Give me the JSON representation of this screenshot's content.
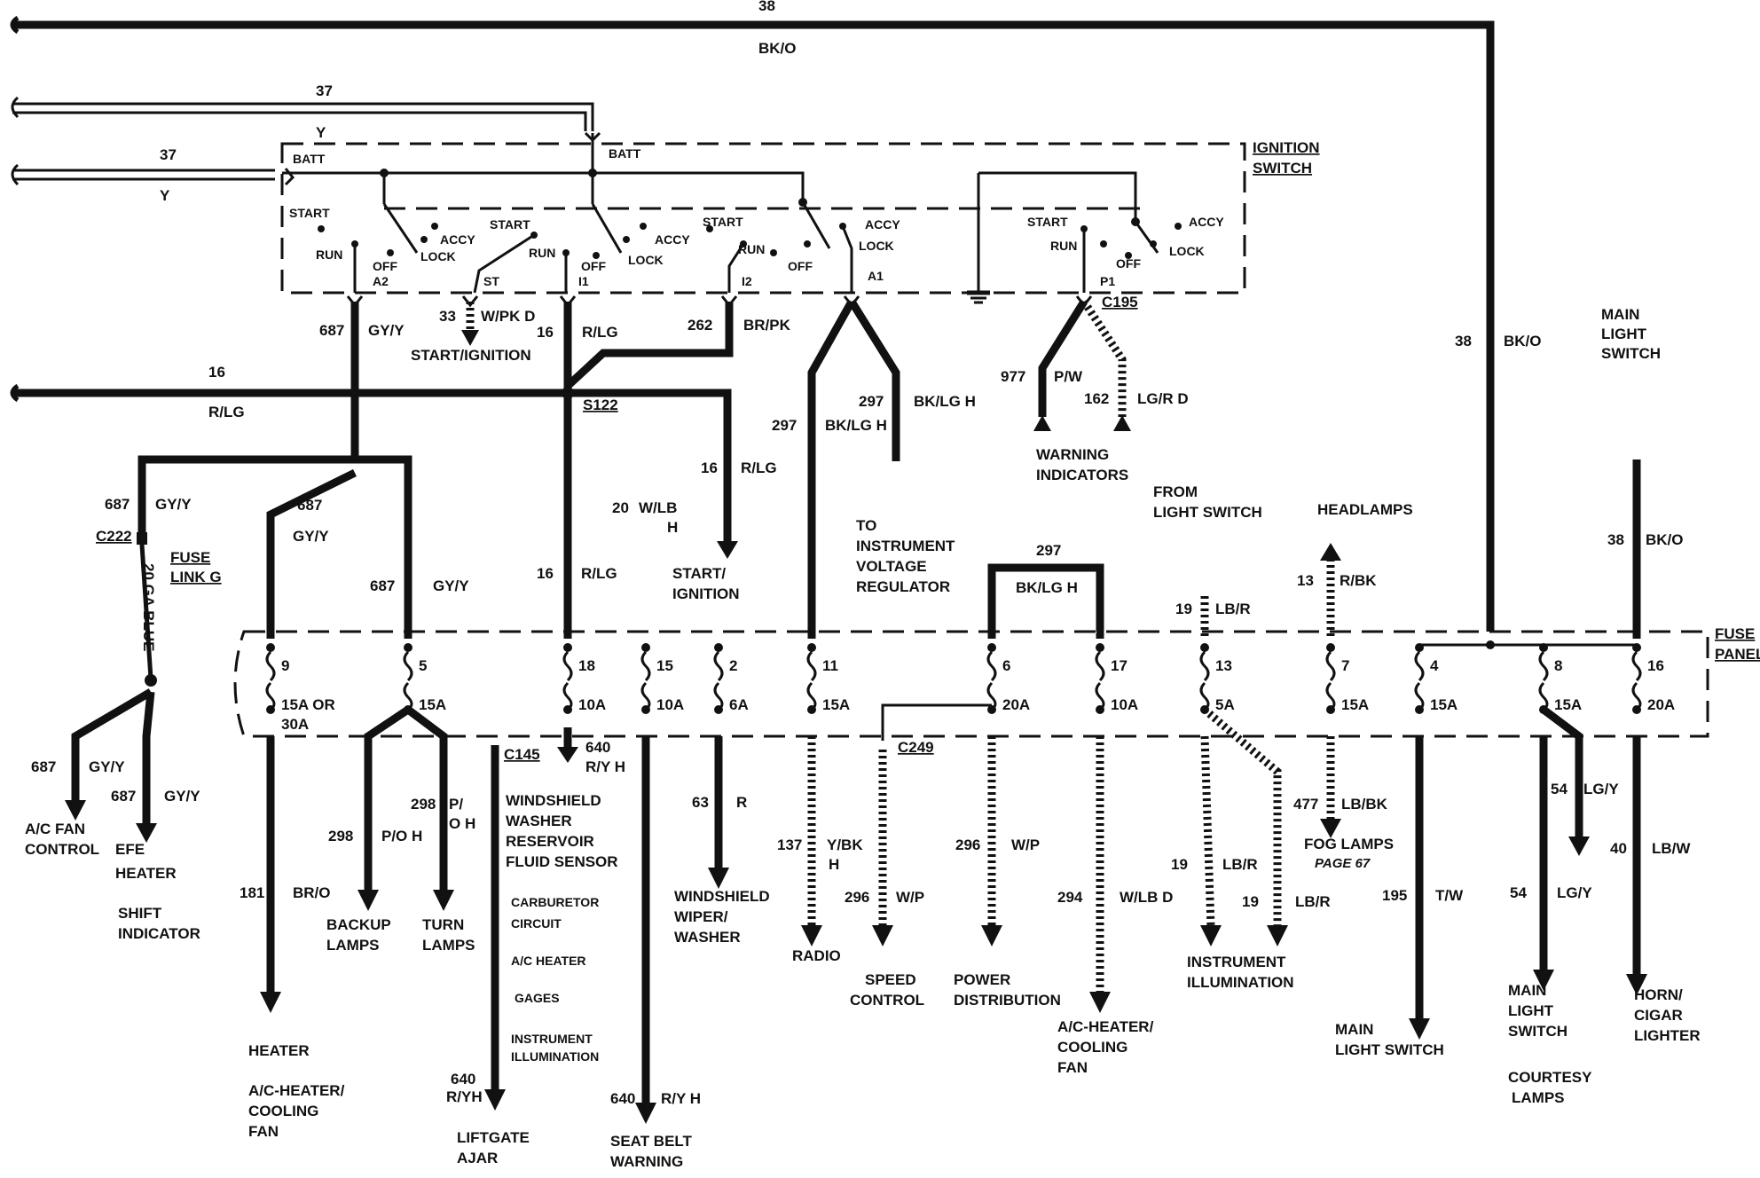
{
  "components": {
    "ignition_switch": "IGNITION SWITCH",
    "ignition_switch_l1": "IGNITION",
    "ignition_switch_l2": "SWITCH",
    "fuse_panel_l1": "FUSE",
    "fuse_panel_l2": "PANEL",
    "main_light_switch_top_l1": "MAIN",
    "main_light_switch_top_l2": "LIGHT",
    "main_light_switch_top_l3": "SWITCH",
    "fuse_link_l1": "FUSE",
    "fuse_link_l2": "LINK G",
    "fuse_link_gauge": "20 GA BLUE"
  },
  "switch_terms": {
    "batt": "BATT",
    "start": "START",
    "run": "RUN",
    "off": "OFF",
    "lock": "LOCK",
    "accy": "ACCY",
    "a2": "A2",
    "st": "ST",
    "i1": "I1",
    "i2": "I2",
    "a1": "A1",
    "p1": "P1"
  },
  "connectors": {
    "c195": "C195",
    "c222": "C222",
    "c145": "C145",
    "c249": "C249",
    "s122": "S122"
  },
  "wires": {
    "w38_top": "38",
    "w38_top_color": "BK/O",
    "w37_a": "37",
    "w37_a_color": "Y",
    "w37_b": "37",
    "w37_b_color": "Y",
    "w16_left": "16",
    "w16_left_color": "R/LG",
    "w687_a": "687",
    "w687_a_color": "GY/Y",
    "w33": "33",
    "w33_color": "W/PK D",
    "w16_i1": "16",
    "w16_i1_color": "R/LG",
    "w262": "262",
    "w262_color": "BR/PK",
    "w297_a": "297",
    "w297_a_color": "BK/LG H",
    "w297_b": "297",
    "w297_b_color": "BK/LG H",
    "w977": "977",
    "w977_color": "P/W",
    "w162": "162",
    "w162_color": "LG/R D",
    "w38_right": "38",
    "w38_right_color": "BK/O",
    "w687_b": "687",
    "w687_b_color": "GY/Y",
    "w687_c": "687",
    "w687_c_color": "GY/Y",
    "w687_d": "687",
    "w687_d_color": "GY/Y",
    "w16_down": "16",
    "w16_down_color": "R/LG",
    "w20": "20",
    "w20_color": "W/LB",
    "w20_h": "H",
    "w16_fuse": "16",
    "w16_fuse_color": "R/LG",
    "w297_loop": "297",
    "w297_loop_color": "BK/LG H",
    "w19_in": "19",
    "w19_in_color": "LB/R",
    "w13": "13",
    "w13_color": "R/BK",
    "w38_in": "38",
    "w38_in_color": "BK/O",
    "w687_e": "687",
    "w687_e_color": "GY/Y",
    "w687_f": "687",
    "w687_f_color": "GY/Y",
    "w181": "181",
    "w181_color": "BR/O",
    "w298_a": "298",
    "w298_a_color": "P/O H",
    "w298_b": "298",
    "w298_b_color_l1": "P/",
    "w298_b_color_l2": "O H",
    "w640_a": "640",
    "w640_a_color": "R/Y H",
    "w640_b": "640",
    "w640_b_color": "R/YH",
    "w640_c": "640",
    "w640_c_color": "R/Y H",
    "w63": "63",
    "w63_color": "R",
    "w137": "137",
    "w137_color": "Y/BK",
    "w137_h": "H",
    "w296_a": "296",
    "w296_a_color": "W/P",
    "w296_b": "296",
    "w296_b_color": "W/P",
    "w294": "294",
    "w294_color": "W/LB D",
    "w19_a": "19",
    "w19_a_color": "LB/R",
    "w19_b": "19",
    "w19_b_color": "LB/R",
    "w477": "477",
    "w477_color": "LB/BK",
    "w195": "195",
    "w195_color": "T/W",
    "w54_a": "54",
    "w54_a_color": "LG/Y",
    "w54_b": "54",
    "w54_b_color": "LG/Y",
    "w40": "40",
    "w40_color": "LB/W"
  },
  "fuses": {
    "f9": "9",
    "f9_amp_l1": "15A OR",
    "f9_amp_l2": "30A",
    "f5": "5",
    "f5_amp": "15A",
    "f18": "18",
    "f18_amp": "10A",
    "f15": "15",
    "f15_amp": "10A",
    "f2": "2",
    "f2_amp": "6A",
    "f11": "11",
    "f11_amp": "15A",
    "f6": "6",
    "f6_amp": "20A",
    "f17": "17",
    "f17_amp": "10A",
    "f13": "13",
    "f13_amp": "5A",
    "f7": "7",
    "f7_amp": "15A",
    "f4": "4",
    "f4_amp": "15A",
    "f8": "8",
    "f8_amp": "15A",
    "f16": "16",
    "f16_amp": "20A"
  },
  "destinations": {
    "start_ignition_1": "START/IGNITION",
    "start_ignition_2_l1": "START/",
    "start_ignition_2_l2": "IGNITION",
    "warning_l1": "WARNING",
    "warning_l2": "INDICATORS",
    "to_ivr_l1": "TO",
    "to_ivr_l2": "INSTRUMENT",
    "to_ivr_l3": "VOLTAGE",
    "to_ivr_l4": "REGULATOR",
    "from_ls_l1": "FROM",
    "from_ls_l2": "LIGHT SWITCH",
    "headlamps": "HEADLAMPS",
    "ac_fan_l1": "A/C FAN",
    "ac_fan_l2": "CONTROL",
    "efe_l1": "EFE",
    "efe_l2": "HEATER",
    "shift_l1": "SHIFT",
    "shift_l2": "INDICATOR",
    "heater": "HEATER",
    "ac_heater_l1": "A/C-HEATER/",
    "ac_heater_l2": "COOLING",
    "ac_heater_l3": "FAN",
    "backup_l1": "BACKUP",
    "backup_l2": "LAMPS",
    "turn_l1": "TURN",
    "turn_l2": "LAMPS",
    "washer_l1": "WINDSHIELD",
    "washer_l2": "WASHER",
    "washer_l3": "RESERVOIR",
    "washer_l4": "FLUID SENSOR",
    "carb_l1": "CARBURETOR",
    "carb_l2": "CIRCUIT",
    "ac_heater_small": "A/C HEATER",
    "gages": "GAGES",
    "instr_small_l1": "INSTRUMENT",
    "instr_small_l2": "ILLUMINATION",
    "liftgate_l1": "LIFTGATE",
    "liftgate_l2": "AJAR",
    "seatbelt_l1": "SEAT BELT",
    "seatbelt_l2": "WARNING",
    "wiper_l1": "WINDSHIELD",
    "wiper_l2": "WIPER/",
    "wiper_l3": "WASHER",
    "radio": "RADIO",
    "speed_l1": "SPEED",
    "speed_l2": "CONTROL",
    "power_l1": "POWER",
    "power_l2": "DISTRIBUTION",
    "ac_cool_l1": "A/C-HEATER/",
    "ac_cool_l2": "COOLING",
    "ac_cool_l3": "FAN",
    "instr_illum_l1": "INSTRUMENT",
    "instr_illum_l2": "ILLUMINATION",
    "fog_l1": "FOG LAMPS",
    "fog_page": "PAGE 67",
    "mls_bottom_l1": "MAIN",
    "mls_bottom_l2": "LIGHT SWITCH",
    "mls2_l1": "MAIN",
    "mls2_l2": "LIGHT",
    "mls2_l3": "SWITCH",
    "courtesy_l1": "COURTESY",
    "courtesy_l2": "LAMPS",
    "horn_l1": "HORN/",
    "horn_l2": "CIGAR",
    "horn_l3": "LIGHTER"
  }
}
